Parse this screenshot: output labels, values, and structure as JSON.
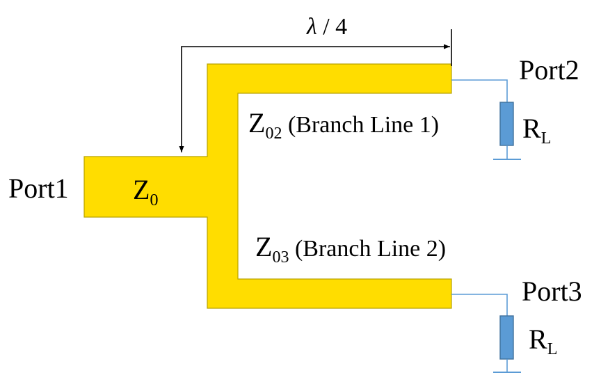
{
  "colors": {
    "line_fill": "#ffdd00",
    "line_stroke": "#b8a200",
    "wire": "#5b9bd5",
    "resistor_fill": "#5b9bd5",
    "resistor_stroke": "#41719c",
    "ground": "#5b9bd5",
    "dimension": "#000000"
  },
  "dimension": {
    "lambda": "λ",
    "rest": " / 4"
  },
  "ports": {
    "port1": "Port1",
    "port2": "Port2",
    "port3": "Port3"
  },
  "impedances": {
    "main": {
      "symbol": "Z",
      "sub": "0"
    },
    "branch1": {
      "symbol": "Z",
      "sub": "02",
      "desc": " (Branch Line 1)"
    },
    "branch2": {
      "symbol": "Z",
      "sub": "03",
      "desc": " (Branch Line 2)"
    }
  },
  "loads": {
    "load1": {
      "symbol": "R",
      "sub": "L"
    },
    "load2": {
      "symbol": "R",
      "sub": "L"
    }
  }
}
